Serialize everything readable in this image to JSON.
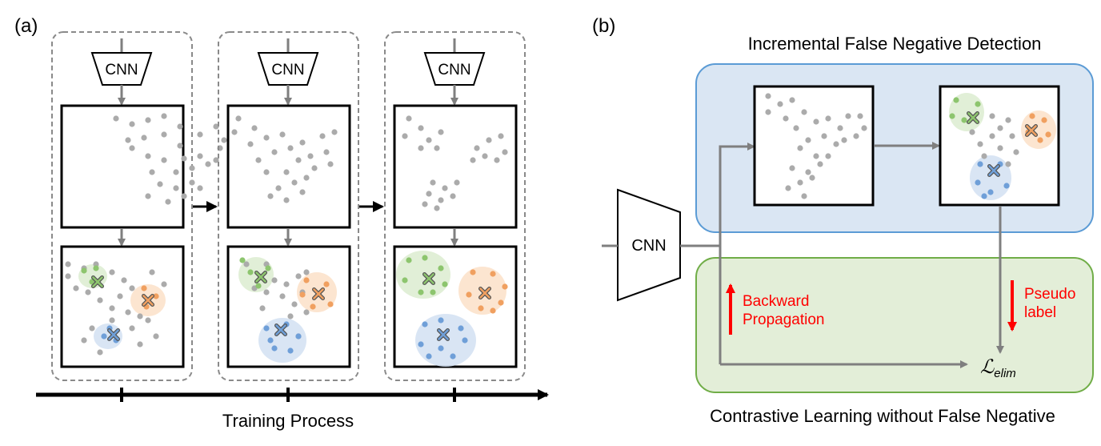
{
  "panel_a": {
    "label": "(a)",
    "encoder_label": "CNN",
    "timeline_label": "Training Process"
  },
  "panel_b": {
    "label": "(b)",
    "encoder_label": "CNN",
    "top_box_title": "Incremental False Negative Detection",
    "bottom_box_title": "Contrastive Learning without False Negative",
    "backward_label_line1": "Backward",
    "backward_label_line2": "Propagation",
    "pseudo_label_line1": "Pseudo",
    "pseudo_label_line2": "label",
    "loss_symbol": "ℒ",
    "loss_subscript": "elim"
  },
  "colors": {
    "point_gray": "#ababab",
    "arrow_gray": "#7f7f7f",
    "cluster_green": "#8dc56e",
    "cluster_green_fill": "#dcecd0",
    "cluster_orange": "#f0a060",
    "cluster_orange_fill": "#fbe0c8",
    "cluster_blue": "#6f9fd8",
    "cluster_blue_fill": "#d2e0f2",
    "top_box_fill": "#dae6f3",
    "top_box_stroke": "#5b9bd5",
    "bottom_box_fill": "#e3eed8",
    "bottom_box_stroke": "#70ad47",
    "red": "#ff0000"
  },
  "icons": [
    "x-centroid-icon"
  ]
}
